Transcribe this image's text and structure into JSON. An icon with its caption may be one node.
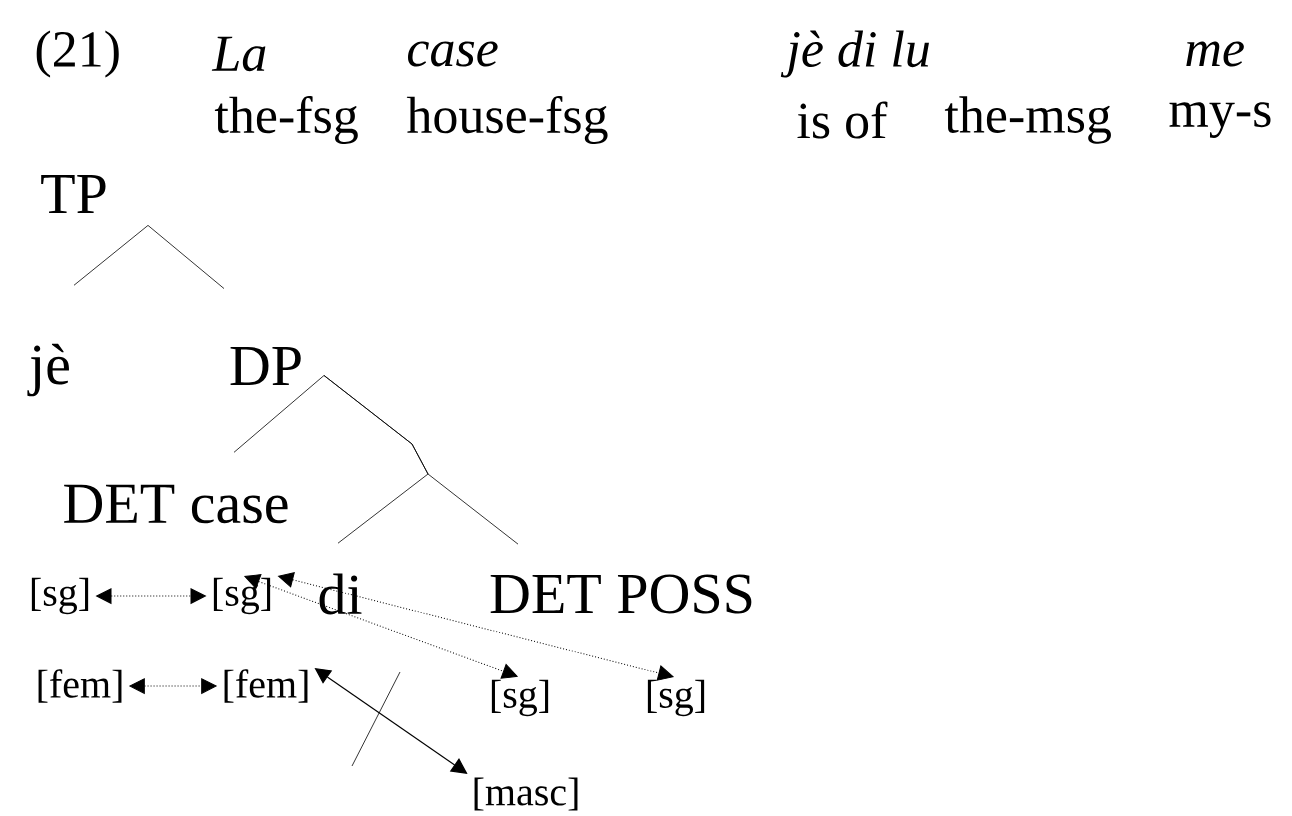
{
  "diagram": {
    "nodes": [
      {
        "text": [
          "TP"
        ]
      },
      {
        "text": [
          "jè"
        ]
      },
      {
        "text": [
          "DP"
        ]
      },
      {
        "text": [
          "DET case"
        ]
      },
      {
        "text": [
          "[sg]"
        ]
      },
      {
        "text": [
          "[sg]"
        ]
      },
      {
        "text": [
          "di"
        ]
      },
      {
        "text": [
          "DET POSS"
        ]
      },
      {
        "text": [
          "[fem]"
        ]
      },
      {
        "text": [
          "[fem]"
        ]
      },
      {
        "text": [
          "[sg]"
        ]
      },
      {
        "text": [
          "[sg]"
        ]
      },
      {
        "text": [
          "[masc]"
        ]
      }
    ],
    "edges": [
      {
        "from": 0,
        "to": 1,
        "arrow": "none"
      },
      {
        "from": 0,
        "to": 2,
        "arrow": "none"
      },
      {
        "from": 2,
        "to": 3,
        "arrow": "none"
      },
      {
        "from": 2,
        "to": 6,
        "arrow": "none"
      },
      {
        "from": 2,
        "to": 7,
        "arrow": "none"
      },
      {
        "from": 4,
        "to": 5,
        "arrow": "both",
        "style": "dashed"
      },
      {
        "from": 5,
        "to": 10,
        "arrow": "both",
        "style": "dashed"
      },
      {
        "from": 5,
        "to": 11,
        "arrow": "both",
        "style": "dashed"
      },
      {
        "from": 8,
        "to": 9,
        "arrow": "both",
        "style": "dashed"
      },
      {
        "from": 9,
        "to": 12,
        "arrow": "both"
      }
    ],
    "labels": [
      "(21)",
      "La",
      "case",
      "jè di lu",
      "me",
      "the-fsg",
      "house-fsg",
      "is of",
      "the-msg",
      "my-s"
    ]
  }
}
